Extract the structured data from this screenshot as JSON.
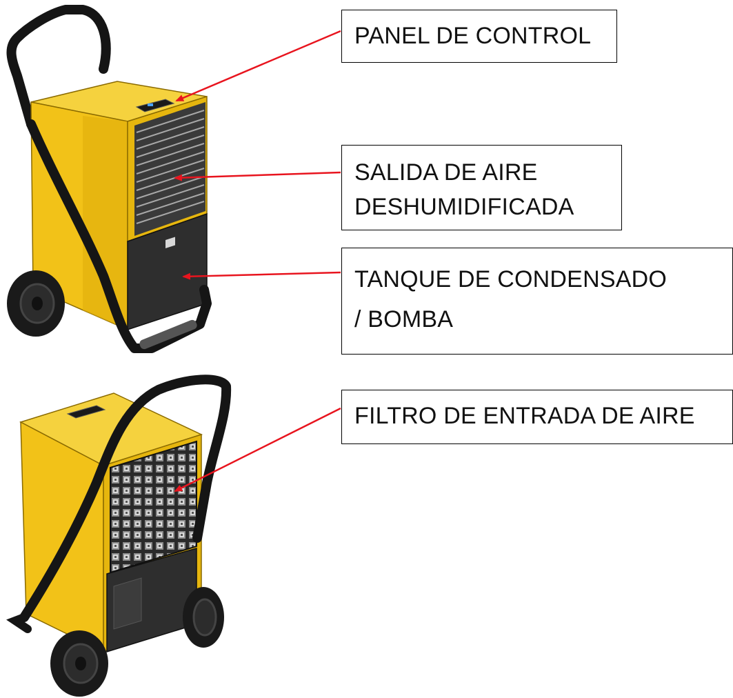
{
  "labels": {
    "panel_control": "PANEL DE CONTROL",
    "salida_line1": "SALIDA DE AIRE",
    "salida_line2": "DESHUMIDIFICADA",
    "tanque_line1": "TANQUE DE CONDENSADO",
    "tanque_line2": "/ BOMBA",
    "filtro": "FILTRO DE ENTRADA DE AIRE"
  },
  "colors": {
    "body_yellow": "#f2c218",
    "body_yellow_dark": "#c99a05",
    "panel_dark": "#2e2e2e",
    "handle_black": "#151515",
    "arrow_red": "#e8141e"
  }
}
